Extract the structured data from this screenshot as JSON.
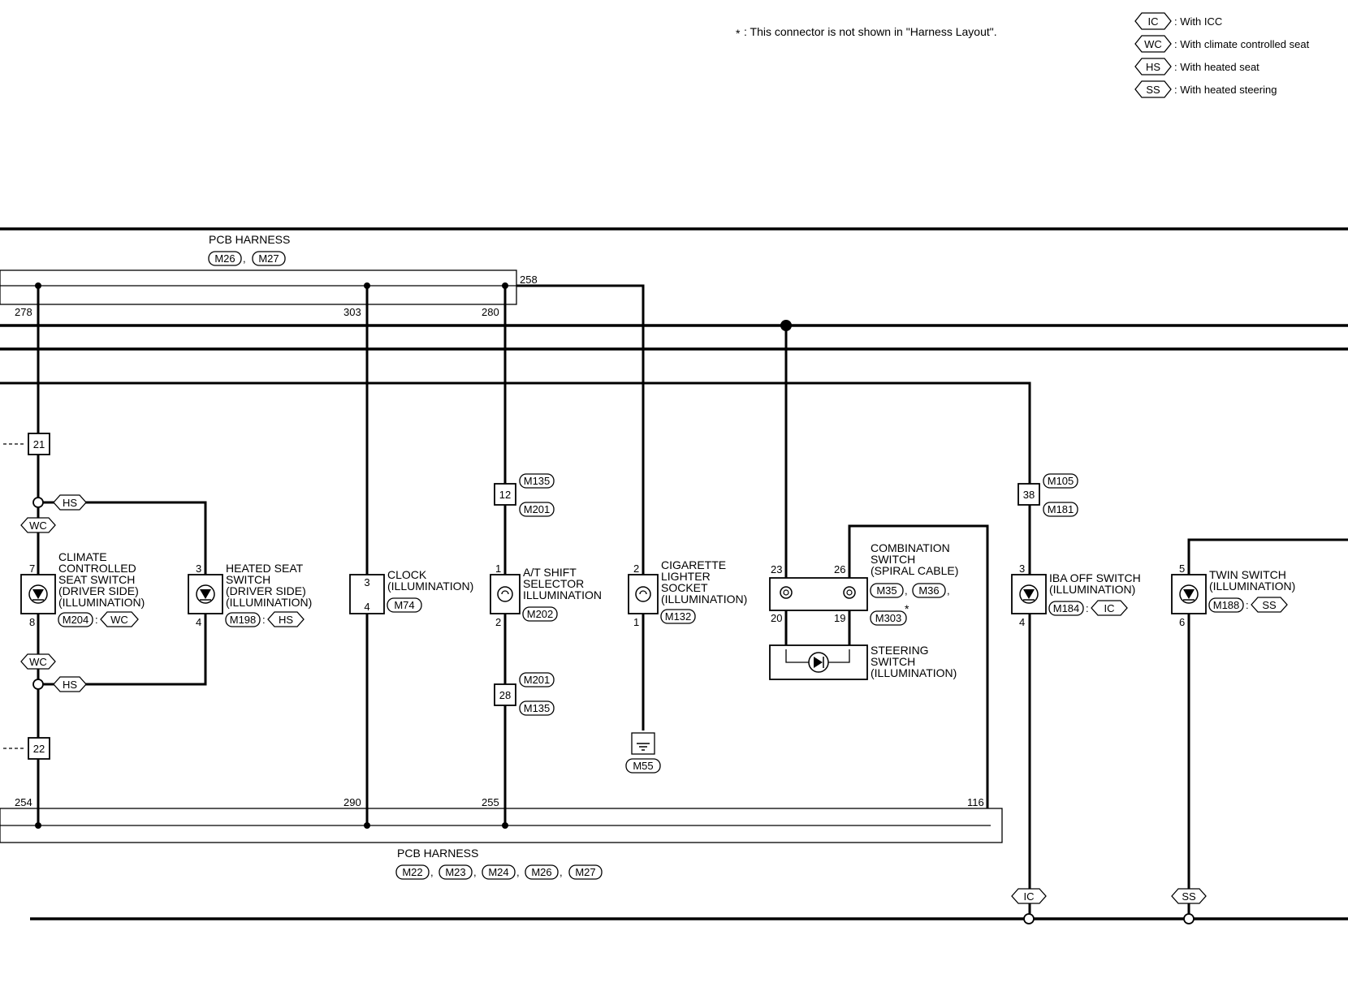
{
  "note": {
    "star": "*",
    "text": ": This connector is not shown in \"Harness Layout\"."
  },
  "legend": [
    {
      "code": "IC",
      "desc": ": With ICC"
    },
    {
      "code": "WC",
      "desc": ": With climate controlled seat"
    },
    {
      "code": "HS",
      "desc": ": With heated seat"
    },
    {
      "code": "SS",
      "desc": ": With heated steering"
    }
  ],
  "harness_top": {
    "title": "PCB HARNESS",
    "connectors": [
      "M26",
      "M27"
    ],
    "sep": ","
  },
  "harness_bottom": {
    "title": "PCB HARNESS",
    "connectors": [
      "M22",
      "M23",
      "M24",
      "M26",
      "M27"
    ],
    "sep": ","
  },
  "terminals": {
    "t278": "278",
    "t303": "303",
    "t280": "280",
    "t258": "258",
    "t254": "254",
    "t290": "290",
    "t255": "255",
    "t116": "116"
  },
  "joints": {
    "j21": "21",
    "j22": "22",
    "j12": "12",
    "j28": "28",
    "j38": "38"
  },
  "joint_connectors": {
    "j12_a": "M135",
    "j12_b": "M201",
    "j28_a": "M201",
    "j28_b": "M135",
    "j38_a": "M105",
    "j38_b": "M181"
  },
  "options": {
    "hs_top": "HS",
    "wc_top": "WC",
    "wc_bot": "WC",
    "hs_bot": "HS",
    "ic_bottom": "IC",
    "ss_bottom": "SS"
  },
  "components": {
    "climate": {
      "lines": [
        "CLIMATE",
        "CONTROLLED",
        "SEAT SWITCH",
        "(DRIVER SIDE)",
        "(ILLUMINATION)"
      ],
      "pin_top": "7",
      "pin_bot": "8",
      "connector": "M204",
      "sep": ":",
      "option": "WC"
    },
    "heated": {
      "lines": [
        "HEATED SEAT",
        "SWITCH",
        "(DRIVER SIDE)",
        "(ILLUMINATION)"
      ],
      "pin_top": "3",
      "pin_bot": "4",
      "connector": "M198",
      "sep": ":",
      "option": "HS"
    },
    "clock": {
      "lines": [
        "CLOCK",
        "(ILLUMINATION)"
      ],
      "pin_top": "3",
      "pin_bot": "4",
      "connector": "M74"
    },
    "shift": {
      "lines": [
        "A/T SHIFT",
        "SELECTOR",
        "ILLUMINATION"
      ],
      "pin_top": "1",
      "pin_bot": "2",
      "connector": "M202"
    },
    "lighter": {
      "lines": [
        "CIGARETTE",
        "LIGHTER",
        "SOCKET",
        "(ILLUMINATION)"
      ],
      "pin_top": "2",
      "pin_bot": "1",
      "connector": "M132",
      "ground": "M55"
    },
    "combination": {
      "lines": [
        "COMBINATION",
        "SWITCH",
        "(SPIRAL CABLE)"
      ],
      "pins": [
        "23",
        "26",
        "20",
        "19"
      ],
      "connectors": [
        "M35",
        "M36",
        "M303"
      ],
      "sep": ",",
      "star": "*"
    },
    "steering": {
      "lines": [
        "STEERING",
        "SWITCH",
        "(ILLUMINATION)"
      ]
    },
    "iba": {
      "lines": [
        "IBA OFF SWITCH",
        "(ILLUMINATION)"
      ],
      "pin_top": "3",
      "pin_bot": "4",
      "connector": "M184",
      "sep": ":",
      "option": "IC"
    },
    "twin": {
      "lines": [
        "TWIN SWITCH",
        "(ILLUMINATION)"
      ],
      "pin_top": "5",
      "pin_bot": "6",
      "connector": "M188",
      "sep": ":",
      "option": "SS"
    }
  }
}
